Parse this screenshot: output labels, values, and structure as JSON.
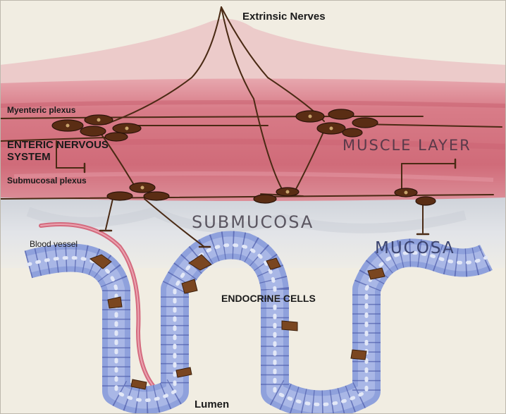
{
  "labels": {
    "extrinsic_nerves": "Extrinsic Nerves",
    "myenteric_plexus": "Myenteric plexus",
    "enteric_nervous_system_line1": "ENTERIC NERVOUS",
    "enteric_nervous_system_line2": "SYSTEM",
    "submucosal_plexus": "Submucosal plexus",
    "muscle_layer": "MUSCLE LAYER",
    "submucosa": "SUBMUCOSA",
    "mucosa": "MUCOSA",
    "blood_vessel": "Blood vessel",
    "endocrine_cells": "ENDOCRINE CELLS",
    "lumen": "Lumen"
  },
  "colors": {
    "background": "#f1ede2",
    "muscle": "#d4727f",
    "submucosa": "#d9dde3",
    "epithelium": "#8fa1dc",
    "neuron": "#5a2d14",
    "nerve": "#4a2a14",
    "blood_vessel": "#d46a7e",
    "label_thin": "#5a5560",
    "label_mucosa": "#3c4470"
  }
}
